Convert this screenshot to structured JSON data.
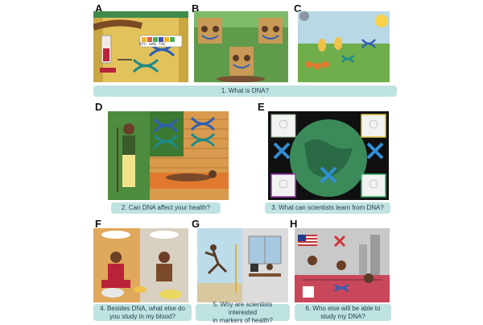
{
  "letters": {
    "a": "A",
    "b": "B",
    "c": "C",
    "d": "D",
    "e": "E",
    "f": "F",
    "g": "G",
    "h": "H"
  },
  "dna_sequence": "ATC GAG TAC",
  "captions": {
    "c1": "1.    What is DNA?",
    "c2": "2.  Can DNA affect your health?",
    "c3": "3. What can scientists learn from DNA?",
    "c4_line1": "4. Besides DNA, what else do",
    "c4_line2": "you study in my blood?",
    "c5_line1": "5. Why are scientists interested",
    "c5_line2": "in markers of health?",
    "c6_line1": "6. Who else will be able to",
    "c6_line2": "study my DNA?"
  },
  "colors": {
    "caption_bg": "#bfe3e1",
    "caption_text": "#1f3b4d",
    "dna_blue": "#2f5fb3",
    "dna_teal": "#1f8a8a"
  }
}
